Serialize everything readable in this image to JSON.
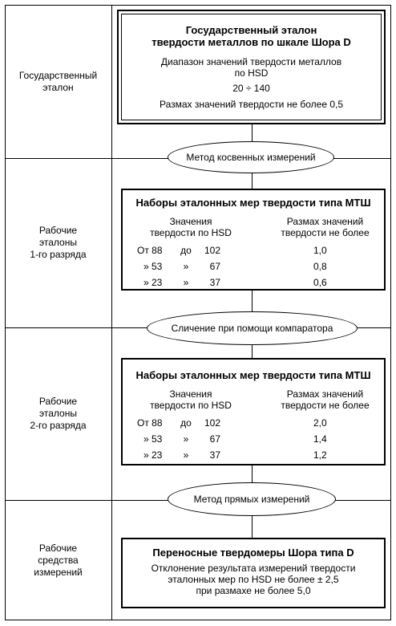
{
  "levels": {
    "state": "Государственный\nэталон",
    "working1": "Рабочие\nэталоны\n1-го разряда",
    "working2": "Рабочие\nэталоны\n2-го разряда",
    "instruments": "Рабочие\nсредства\nизмерений"
  },
  "state_standard": {
    "title_line1": "Государственный эталон",
    "title_line2": "твердости металлов по шкале Шора D",
    "range_label_line1": "Диапазон значений твердости металлов",
    "range_label_line2": "по HSD",
    "range_value": "20 ÷ 140",
    "spread": "Размах значений твердости не более 0,5"
  },
  "methods": {
    "indirect": "Метод косвенных измерений",
    "comparator": "Сличение при помощи компаратора",
    "direct": "Метод прямых измерений"
  },
  "set1": {
    "title": "Наборы эталонных мер твердости типа МТШ",
    "col1_line1": "Значения",
    "col1_line2": "твердости по HSD",
    "col2_line1": "Размах значений",
    "col2_line2": "твердости не более",
    "rows": [
      {
        "from": "От 88",
        "sep": "до",
        "to": "102",
        "spread": "1,0"
      },
      {
        "from": "» 53",
        "sep": "»",
        "to": "67",
        "spread": "0,8"
      },
      {
        "from": "» 23",
        "sep": "»",
        "to": "37",
        "spread": "0,6"
      }
    ]
  },
  "set2": {
    "title": "Наборы эталонных мер твердости типа МТШ",
    "col1_line1": "Значения",
    "col1_line2": "твердости по HSD",
    "col2_line1": "Размах значений",
    "col2_line2": "твердости не более",
    "rows": [
      {
        "from": "От 88",
        "sep": "до",
        "to": "102",
        "spread": "2,0"
      },
      {
        "from": "» 53",
        "sep": "»",
        "to": "67",
        "spread": "1,4"
      },
      {
        "from": "» 23",
        "sep": "»",
        "to": "37",
        "spread": "1,2"
      }
    ]
  },
  "instrument": {
    "title": "Переносные твердомеры Шора типа D",
    "line1": "Отклонение результата измерений твердости",
    "line2": "эталонных мер по HSD не более ± 2,5",
    "line3": "при размахе не более 5,0"
  }
}
